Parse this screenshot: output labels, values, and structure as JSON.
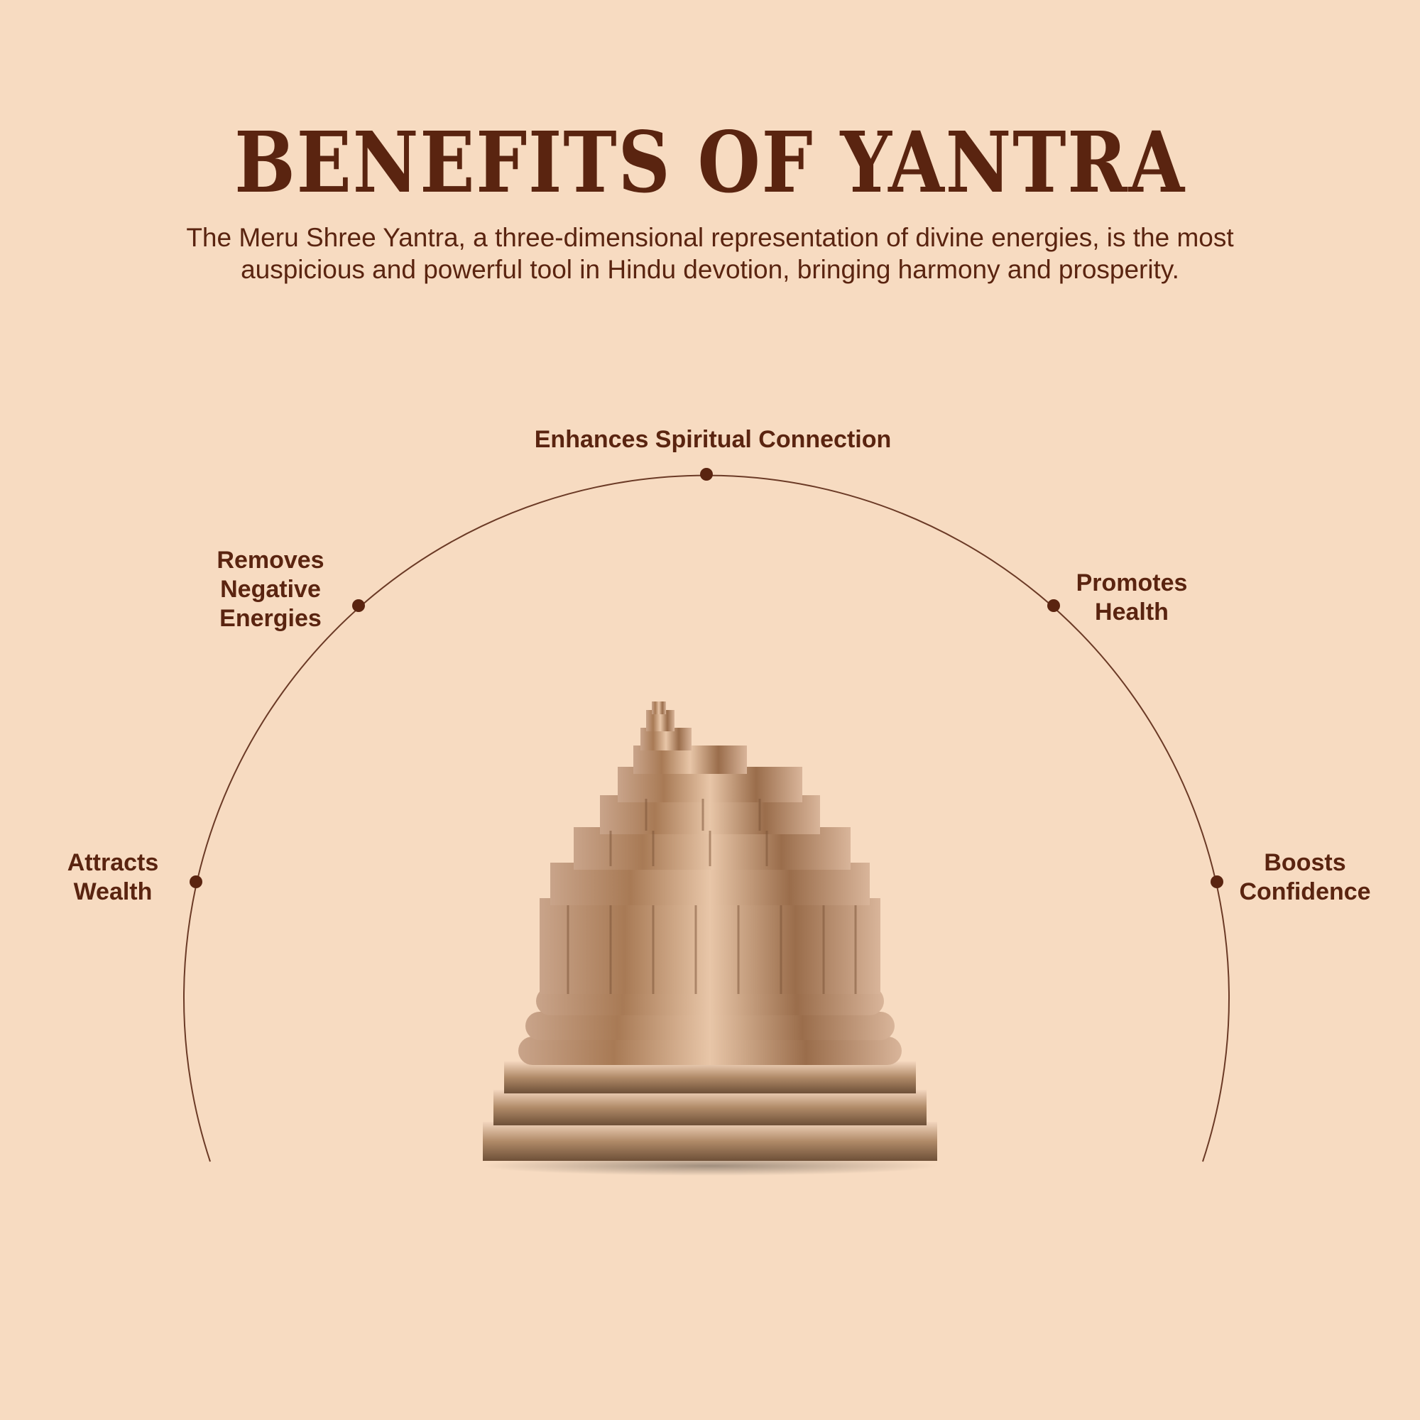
{
  "header": {
    "title": "BENEFITS OF YANTRA",
    "subtitle_line1": "The Meru Shree Yantra, a three-dimensional representation of divine energies, is the most",
    "subtitle_line2": "auspicious and powerful tool in Hindu devotion, bringing harmony and prosperity."
  },
  "benefits": [
    {
      "lines": [
        "Attracts",
        "Wealth"
      ]
    },
    {
      "lines": [
        "Removes",
        "Negative",
        "Energies"
      ]
    },
    {
      "lines": [
        "Enhances Spiritual Connection"
      ]
    },
    {
      "lines": [
        "Promotes",
        "Health"
      ]
    },
    {
      "lines": [
        "Boosts",
        "Confidence"
      ]
    }
  ],
  "colors": {
    "background": "#f7dbc1",
    "text": "#5a2410",
    "accent": "#5a2410"
  },
  "image": {
    "name": "meru-shree-yantra"
  }
}
